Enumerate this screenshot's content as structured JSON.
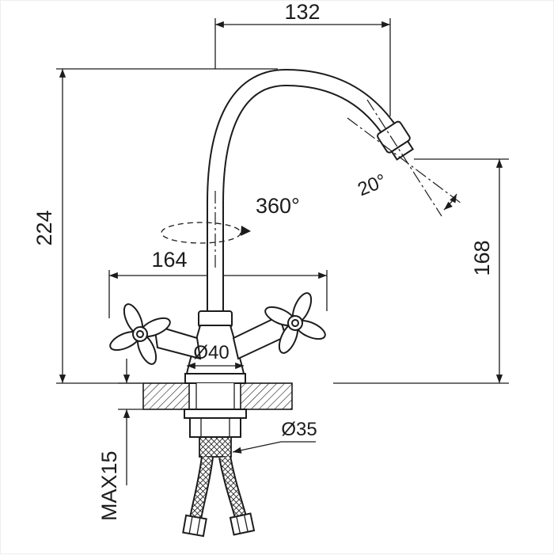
{
  "canvas": {
    "background": "#ffffff",
    "line_color": "#1c1c1c"
  },
  "labels": {
    "width_top": "132",
    "height_total": "224",
    "handle_span": "164",
    "spout_height": "168",
    "swivel_rotation": "360°",
    "spout_angle": "20°",
    "base_diameter": "Ø40",
    "shank_diameter": "Ø35",
    "max_mounting_thickness": "MAX15"
  }
}
